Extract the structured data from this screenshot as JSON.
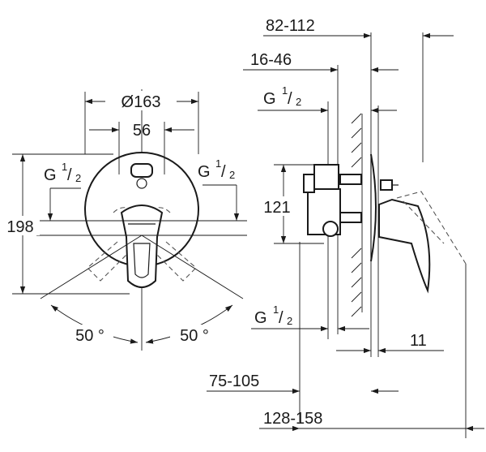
{
  "front_view": {
    "dim_diameter": "Ø163",
    "dim_center": "56",
    "dim_height": "198",
    "angle_left": "50 °",
    "angle_right": "50 °",
    "port_left": {
      "letter": "G",
      "num": "1",
      "den": "2"
    },
    "port_right": {
      "letter": "G",
      "num": "1",
      "den": "2"
    }
  },
  "side_view": {
    "dim_outer": "82-112",
    "dim_mid": "16-46",
    "dim_body": "121",
    "dim_handle": "11",
    "dim_depth_a": "75-105",
    "dim_depth_b": "128-158",
    "port_top": {
      "letter": "G",
      "num": "1",
      "den": "2"
    },
    "port_bottom": {
      "letter": "G",
      "num": "1",
      "den": "2"
    }
  },
  "colors": {
    "line": "#1a1a1a",
    "ghost": "#555555"
  }
}
